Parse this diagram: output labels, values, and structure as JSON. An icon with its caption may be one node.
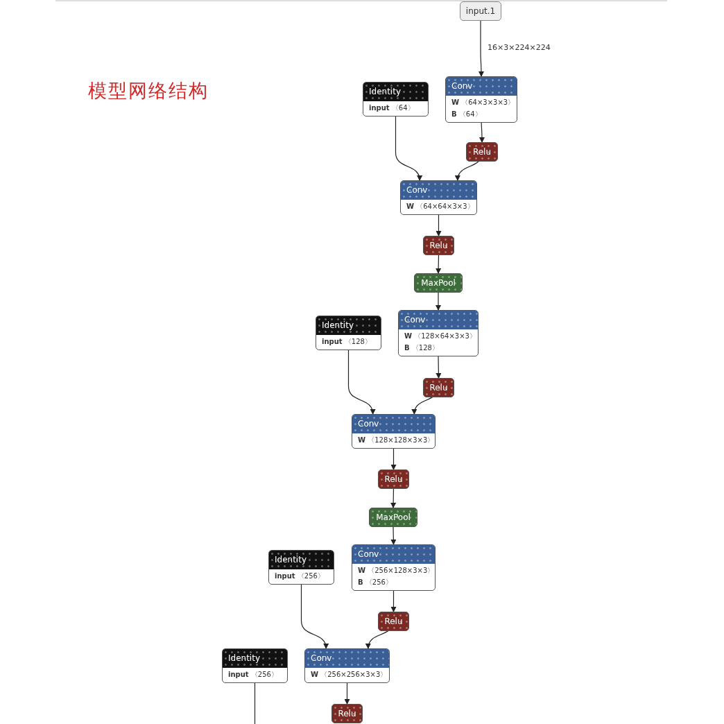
{
  "diagram": {
    "title": "模型网络结构",
    "nodes": [
      {
        "text": [
          "input.1"
        ]
      },
      {
        "text": [
          "Identity",
          "**input** 〈64〉"
        ]
      },
      {
        "text": [
          "Conv",
          "**W** 〈64×3×3×3〉",
          "**B** 〈64〉"
        ]
      },
      {
        "text": [
          "Relu"
        ]
      },
      {
        "text": [
          "Conv",
          "**W** 〈64×64×3×3〉"
        ]
      },
      {
        "text": [
          "Relu"
        ]
      },
      {
        "text": [
          "MaxPool"
        ]
      },
      {
        "text": [
          "Identity",
          "**input** 〈128〉"
        ]
      },
      {
        "text": [
          "Conv",
          "**W** 〈128×64×3×3〉",
          "**B** 〈128〉"
        ]
      },
      {
        "text": [
          "Relu"
        ]
      },
      {
        "text": [
          "Conv",
          "**W** 〈128×128×3×3〉"
        ]
      },
      {
        "text": [
          "Relu"
        ]
      },
      {
        "text": [
          "MaxPool"
        ]
      },
      {
        "text": [
          "Identity",
          "**input** 〈256〉"
        ]
      },
      {
        "text": [
          "Conv",
          "**W** 〈256×128×3×3〉",
          "**B** 〈256〉"
        ]
      },
      {
        "text": [
          "Relu"
        ]
      },
      {
        "text": [
          "Conv",
          "**W** 〈256×256×3×3〉"
        ]
      },
      {
        "text": [
          "Identity",
          "**input** 〈256〉"
        ]
      },
      {
        "text": [
          "Relu"
        ]
      }
    ],
    "edges": [
      {
        "from": 0,
        "to": 2,
        "arrow": "to",
        "label": "16×3×224×224"
      },
      {
        "from": 2,
        "to": 3,
        "arrow": "to"
      },
      {
        "from": 1,
        "to": 4,
        "arrow": "to"
      },
      {
        "from": 3,
        "to": 4,
        "arrow": "to"
      },
      {
        "from": 4,
        "to": 5,
        "arrow": "to"
      },
      {
        "from": 5,
        "to": 6,
        "arrow": "to"
      },
      {
        "from": 6,
        "to": 8,
        "arrow": "to"
      },
      {
        "from": 8,
        "to": 9,
        "arrow": "to"
      },
      {
        "from": 7,
        "to": 10,
        "arrow": "to"
      },
      {
        "from": 9,
        "to": 10,
        "arrow": "to"
      },
      {
        "from": 10,
        "to": 11,
        "arrow": "to"
      },
      {
        "from": 11,
        "to": 12,
        "arrow": "to"
      },
      {
        "from": 12,
        "to": 14,
        "arrow": "to"
      },
      {
        "from": 14,
        "to": 15,
        "arrow": "to"
      },
      {
        "from": 13,
        "to": 16,
        "arrow": "to"
      },
      {
        "from": 15,
        "to": 16,
        "arrow": "to"
      },
      {
        "from": 16,
        "to": 18,
        "arrow": "to"
      },
      {
        "from": 17,
        "to": null,
        "arrow": "none"
      }
    ]
  }
}
